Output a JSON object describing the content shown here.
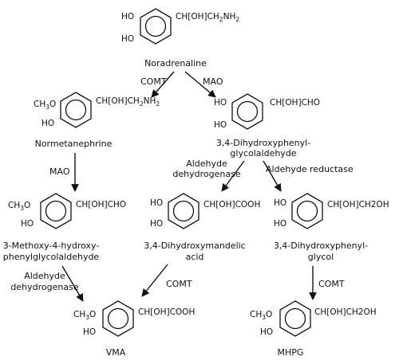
{
  "molecules": {
    "noradrenaline": {
      "name": "Noradrenaline",
      "left_top": "HO",
      "left_bottom": "HO",
      "side_chain": [
        "CH[OH]CH",
        "2",
        "NH"
      ]
    },
    "normetanephrine": {
      "name": "Normetanephrine",
      "left_top": [
        "CH",
        "3",
        "O"
      ],
      "left_bottom": "HO",
      "side_chain": [
        "CH[OH]CH",
        "2",
        "NH",
        "2"
      ]
    },
    "dhpg_aldehyde": {
      "name_line1": "3,4-Dihydroxyphenyl-",
      "name_line2": "glycolaldehyde",
      "left_top": "HO",
      "left_bottom": "HO",
      "side_chain": "CH[OH]CHO"
    },
    "mhpg_aldehyde": {
      "name_line1": "3-Methoxy-4-hydroxy-",
      "name_line2": "phenylglycolaldehyde",
      "left_top": [
        "CH",
        "3",
        "O"
      ],
      "left_bottom": "HO",
      "side_chain": "CH[OH]CHO"
    },
    "dhma": {
      "name_line1": "3,4-Dihydroxymandelic",
      "name_line2": "acid",
      "left_top": "HO",
      "left_bottom": "HO",
      "side_chain": "CH[OH]COOH"
    },
    "dhpg": {
      "name_line1": "3,4-Dihydroxyphenyl-",
      "name_line2": "glycol",
      "left_top": "HO",
      "left_bottom": "HO",
      "side_chain": "CH[OH]CH2OH"
    },
    "vma": {
      "name": "VMA",
      "left_top": [
        "CH",
        "3",
        "O"
      ],
      "left_bottom": "HO",
      "side_chain": "CH[OH]COOH"
    },
    "mhpg": {
      "name": "MHPG",
      "left_top": [
        "CH",
        "3",
        "O"
      ],
      "left_bottom": "HO",
      "side_chain": "CH[OH]CH2OH"
    }
  },
  "enzymes": {
    "comt_1": "COMT",
    "mao_1": "MAO",
    "mao_2": "MAO",
    "ald_dh_1_line1": "Aldehyde",
    "ald_dh_1_line2": "dehydrogenase",
    "ald_red": "Aldehyde reductase",
    "ald_dh_2_line1": "Aldehyde",
    "ald_dh_2_line2": "dehydrogenase",
    "comt_2": "COMT",
    "comt_3": "COMT"
  }
}
